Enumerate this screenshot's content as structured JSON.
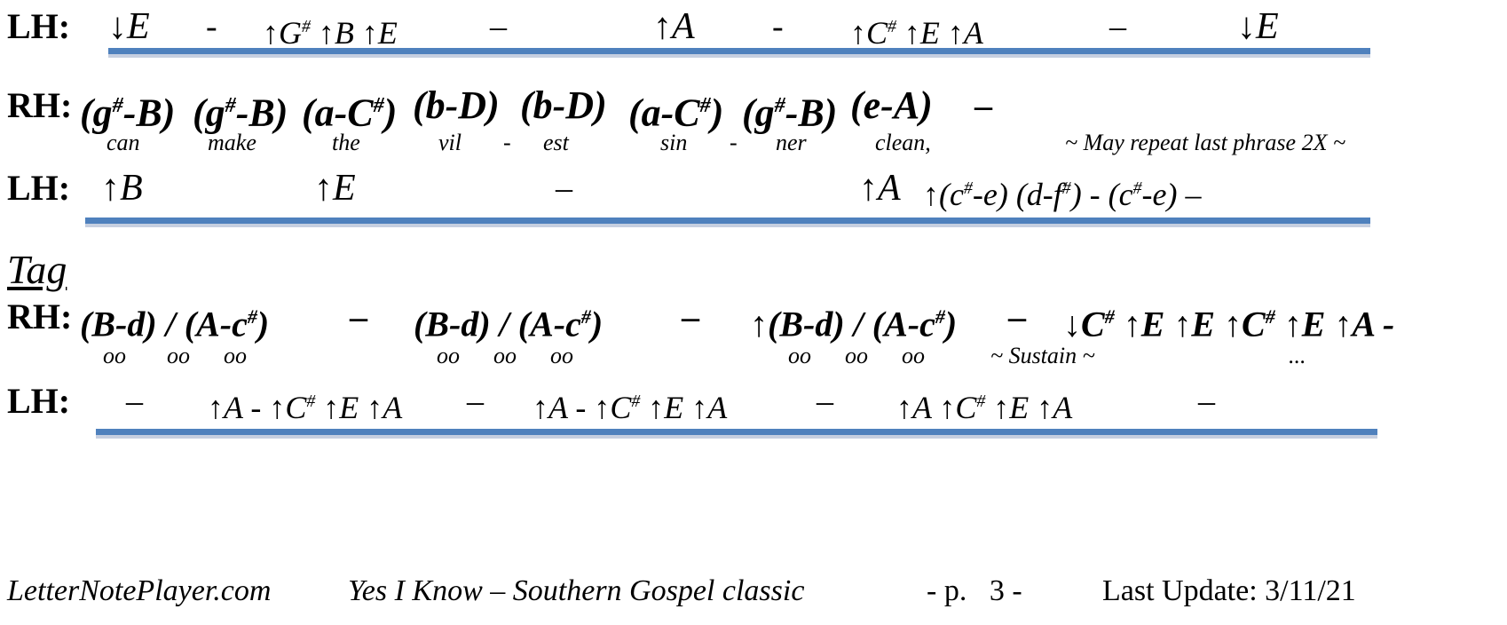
{
  "labels": {
    "lh": "LH:",
    "rh": "RH:"
  },
  "line1_lh": {
    "tokens": [
      "↓E",
      "-",
      "↑G# ↑B ↑E",
      "–",
      "↑A",
      "-",
      "↑C# ↑E ↑A",
      "–",
      "↓E"
    ]
  },
  "line2_rh": {
    "tokens": [
      "(g#-B)",
      "(g#-B)",
      "(a-C#)",
      "(b-D)",
      "(b-D)",
      "(a-C#)",
      "(g#-B)",
      "(e-A)",
      "–"
    ]
  },
  "line2_lyrics": {
    "words": [
      "can",
      "make",
      "the",
      "vil",
      "-",
      "est",
      "sin",
      "-",
      "ner",
      "clean,"
    ],
    "note": "~ May repeat last phrase 2X ~"
  },
  "line3_lh": {
    "tokens": [
      "↑B",
      "↑E",
      "–",
      "↑A",
      "↑(c#-e) (d-f#) - (c#-e) –"
    ]
  },
  "tag": {
    "title": "Tag"
  },
  "line4_rh": {
    "tokens": [
      "(B-d) / (A-c#)",
      "–",
      "(B-d) / (A-c#)",
      "–",
      "↑(B-d) / (A-c#)",
      "–",
      "↓C# ↑E ↑E ↑C# ↑E ↑A -"
    ]
  },
  "line4_lyrics": {
    "words": [
      "oo",
      "oo",
      "oo",
      "oo",
      "oo",
      "oo",
      "oo",
      "oo",
      "oo"
    ],
    "note": "~ Sustain ~",
    "ellipsis": "..."
  },
  "line5_lh": {
    "tokens": [
      "–",
      "↑A - ↑C# ↑E ↑A",
      "–",
      "↑A - ↑C# ↑E ↑A",
      "–",
      "↑A ↑C# ↑E ↑A",
      "–"
    ]
  },
  "footer": {
    "site": "LetterNotePlayer.com",
    "song": "Yes I Know – Southern Gospel classic",
    "page": "- p.   3 -",
    "update": "Last Update: 3/11/21"
  },
  "colors": {
    "rule": "#4f81bd",
    "rule_shadow": "#c6cfe0"
  }
}
